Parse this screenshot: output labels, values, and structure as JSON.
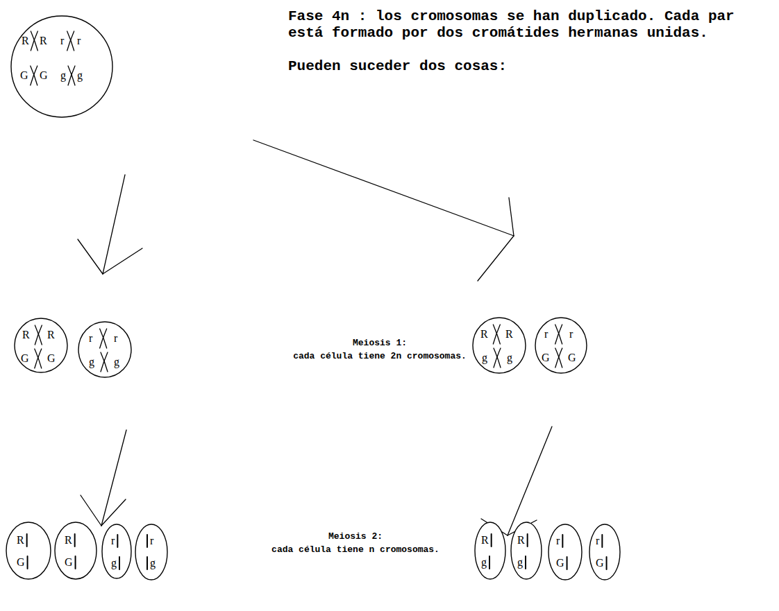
{
  "diagram": {
    "nodes": [
      {
        "text": [
          "R",
          "R",
          "r",
          "r",
          "G",
          "G",
          "g",
          "g"
        ]
      },
      {
        "text": [
          "R",
          "R",
          "G",
          "G"
        ]
      },
      {
        "text": [
          "r",
          "r",
          "g",
          "g"
        ]
      },
      {
        "text": [
          "R",
          "R",
          "g",
          "g"
        ]
      },
      {
        "text": [
          "r",
          "r",
          "G",
          "G"
        ]
      },
      {
        "text": [
          "R",
          "G"
        ]
      },
      {
        "text": [
          "R",
          "G"
        ]
      },
      {
        "text": [
          "r",
          "g"
        ]
      },
      {
        "text": [
          "r",
          "g"
        ]
      },
      {
        "text": [
          "R",
          "g"
        ]
      },
      {
        "text": [
          "R",
          "g"
        ]
      },
      {
        "text": [
          "r",
          "G"
        ]
      },
      {
        "text": [
          "r",
          "G"
        ]
      }
    ],
    "labels": [
      "Fase 4n : los cromosomas se han duplicado. Cada par está formado por dos cromátides hermanas unidas.",
      "Pueden suceder dos cosas:",
      "Meiosis 1:",
      "cada célula tiene 2n cromosomas.",
      "Meiosis 2:",
      "cada célula tiene n cromosomas."
    ]
  }
}
